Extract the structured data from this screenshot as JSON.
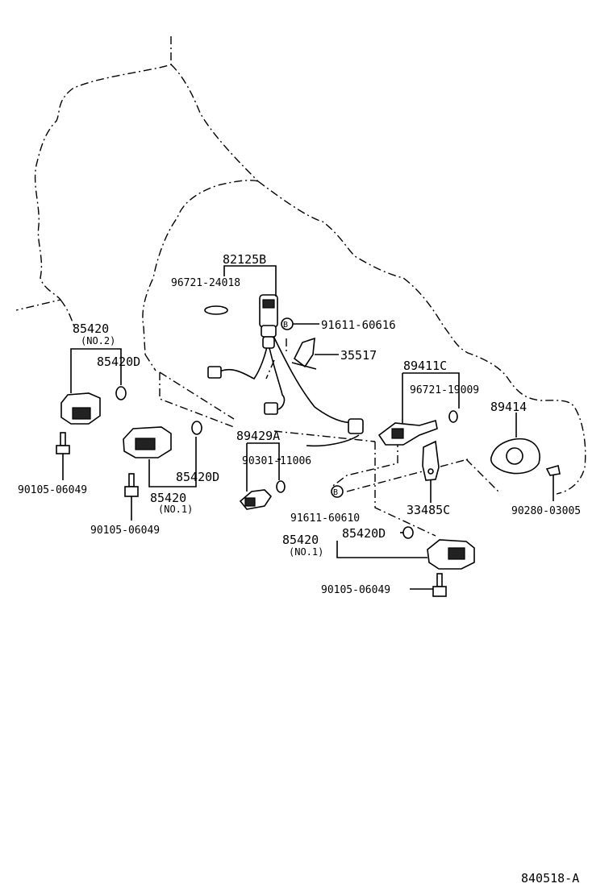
{
  "diagram": {
    "labels": {
      "p82125B": "82125B",
      "p96721_24018": "96721-24018",
      "p91611_60616": "91611-60616",
      "p35517": "35517",
      "p89411C": "89411C",
      "p96721_19009": "96721-19009",
      "p89414": "89414",
      "p85420_no2": "85420",
      "p85420_no2_sub": "(NO.2)",
      "p85420D_a": "85420D",
      "p89429A": "89429A",
      "p90301_11006": "90301-11006",
      "p85420D_b": "85420D",
      "p85420_no1_a": "85420",
      "p85420_no1_a_sub": "(NO.1)",
      "p90105_06049_a": "90105-06049",
      "p90105_06049_b": "90105-06049",
      "p91611_60610": "91611-60610",
      "p33485C": "33485C",
      "p90280_03005": "90280-03005",
      "p85420_no1_b": "85420",
      "p85420_no1_b_sub": "(NO.1)",
      "p85420D_c": "85420D",
      "p90105_06049_c": "90105-06049",
      "b_marker_1": "B",
      "b_marker_2": "B"
    },
    "figure_code": "840518-A"
  }
}
